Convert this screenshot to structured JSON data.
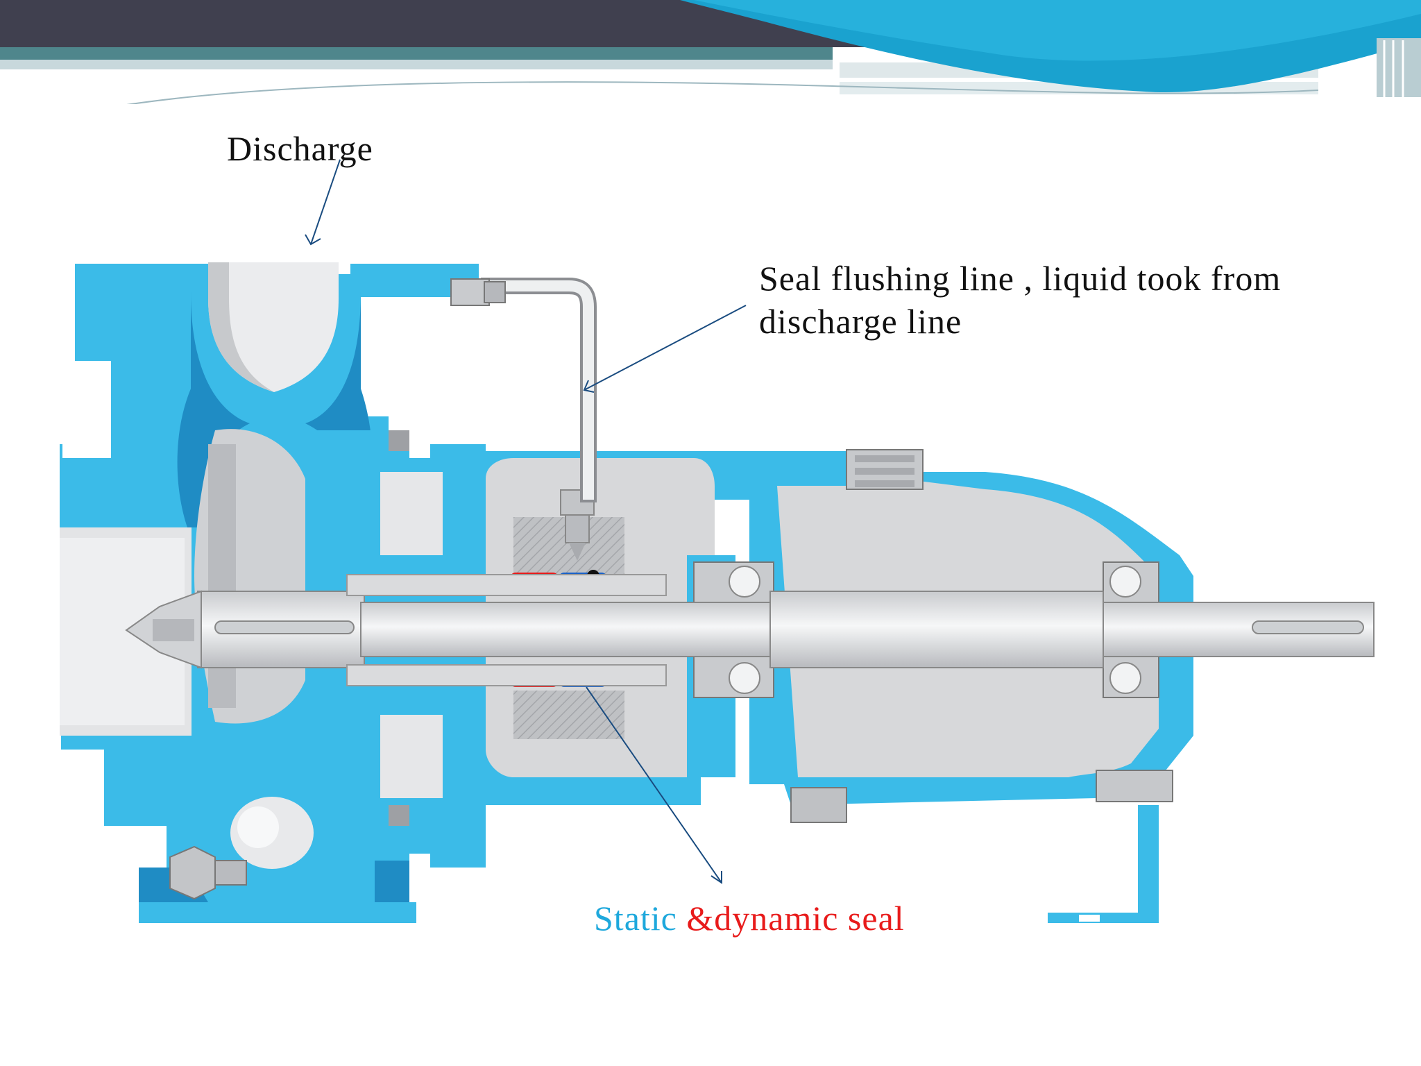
{
  "labels": {
    "discharge": "Discharge",
    "flushing_line_1": "Seal flushing line , liquid took from",
    "flushing_line_2": "discharge line",
    "seal_static": "Static",
    "seal_dynamic": "&dynamic seal"
  },
  "colors": {
    "header_dark": "#40404f",
    "header_teal": "#4f868c",
    "header_light": "#c8d8dc",
    "header_blue": "#1aa2cf",
    "casing_blue": "#3bbbe8",
    "casing_dark_blue": "#1f8cc4",
    "internals_gray": "#d5d6d8",
    "shaft_gray": "#eceef0",
    "static_seal": "#1ea8dc",
    "dynamic_seal": "#e81b1b",
    "arrow_line": "#1a4c80"
  }
}
